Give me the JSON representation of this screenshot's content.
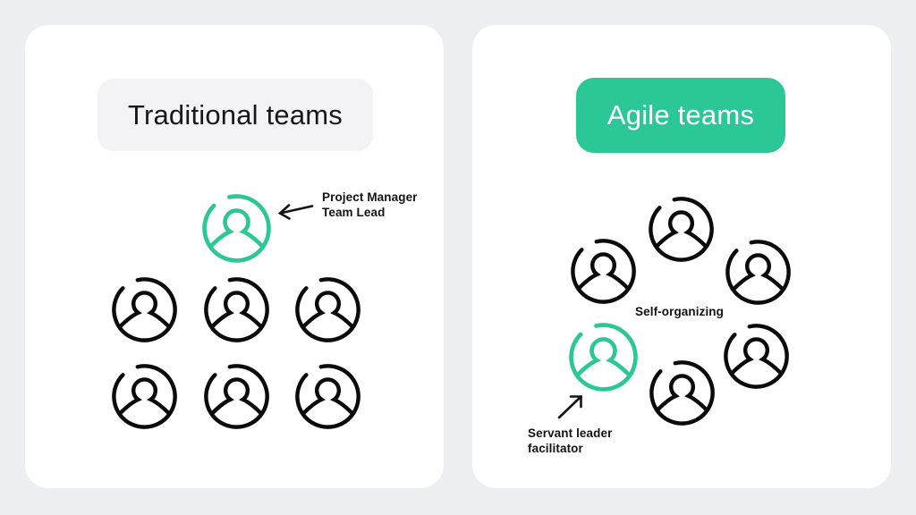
{
  "colors": {
    "page_bg": "#ECEEF1",
    "card_bg": "#FFFFFF",
    "badge_gray_bg": "#F3F3F5",
    "accent_green": "#2CC796",
    "text_dark": "#17181A",
    "icon_stroke": "#0B0B0C",
    "label_text": "#121316"
  },
  "traditional": {
    "title": "Traditional teams",
    "leader_label": {
      "line1": "Project Manager",
      "line2": "Team Lead"
    },
    "leader_count": 1,
    "member_count": 6,
    "layout_note": "leader on top, members in 2 rows of 3 (hierarchy)"
  },
  "agile": {
    "title": "Agile teams",
    "center_label": "Self-organizing",
    "leader_label": {
      "line1": "Servant leader",
      "line2": "facilitator"
    },
    "leader_count": 1,
    "member_count": 5,
    "layout_note": "members arranged in a circle around center label"
  },
  "icons": {
    "member": "person-circle-icon",
    "leader": "person-circle-leader-icon",
    "traditional_pointer": "arrow-left-icon",
    "agile_pointer": "arrow-up-right-icon"
  }
}
